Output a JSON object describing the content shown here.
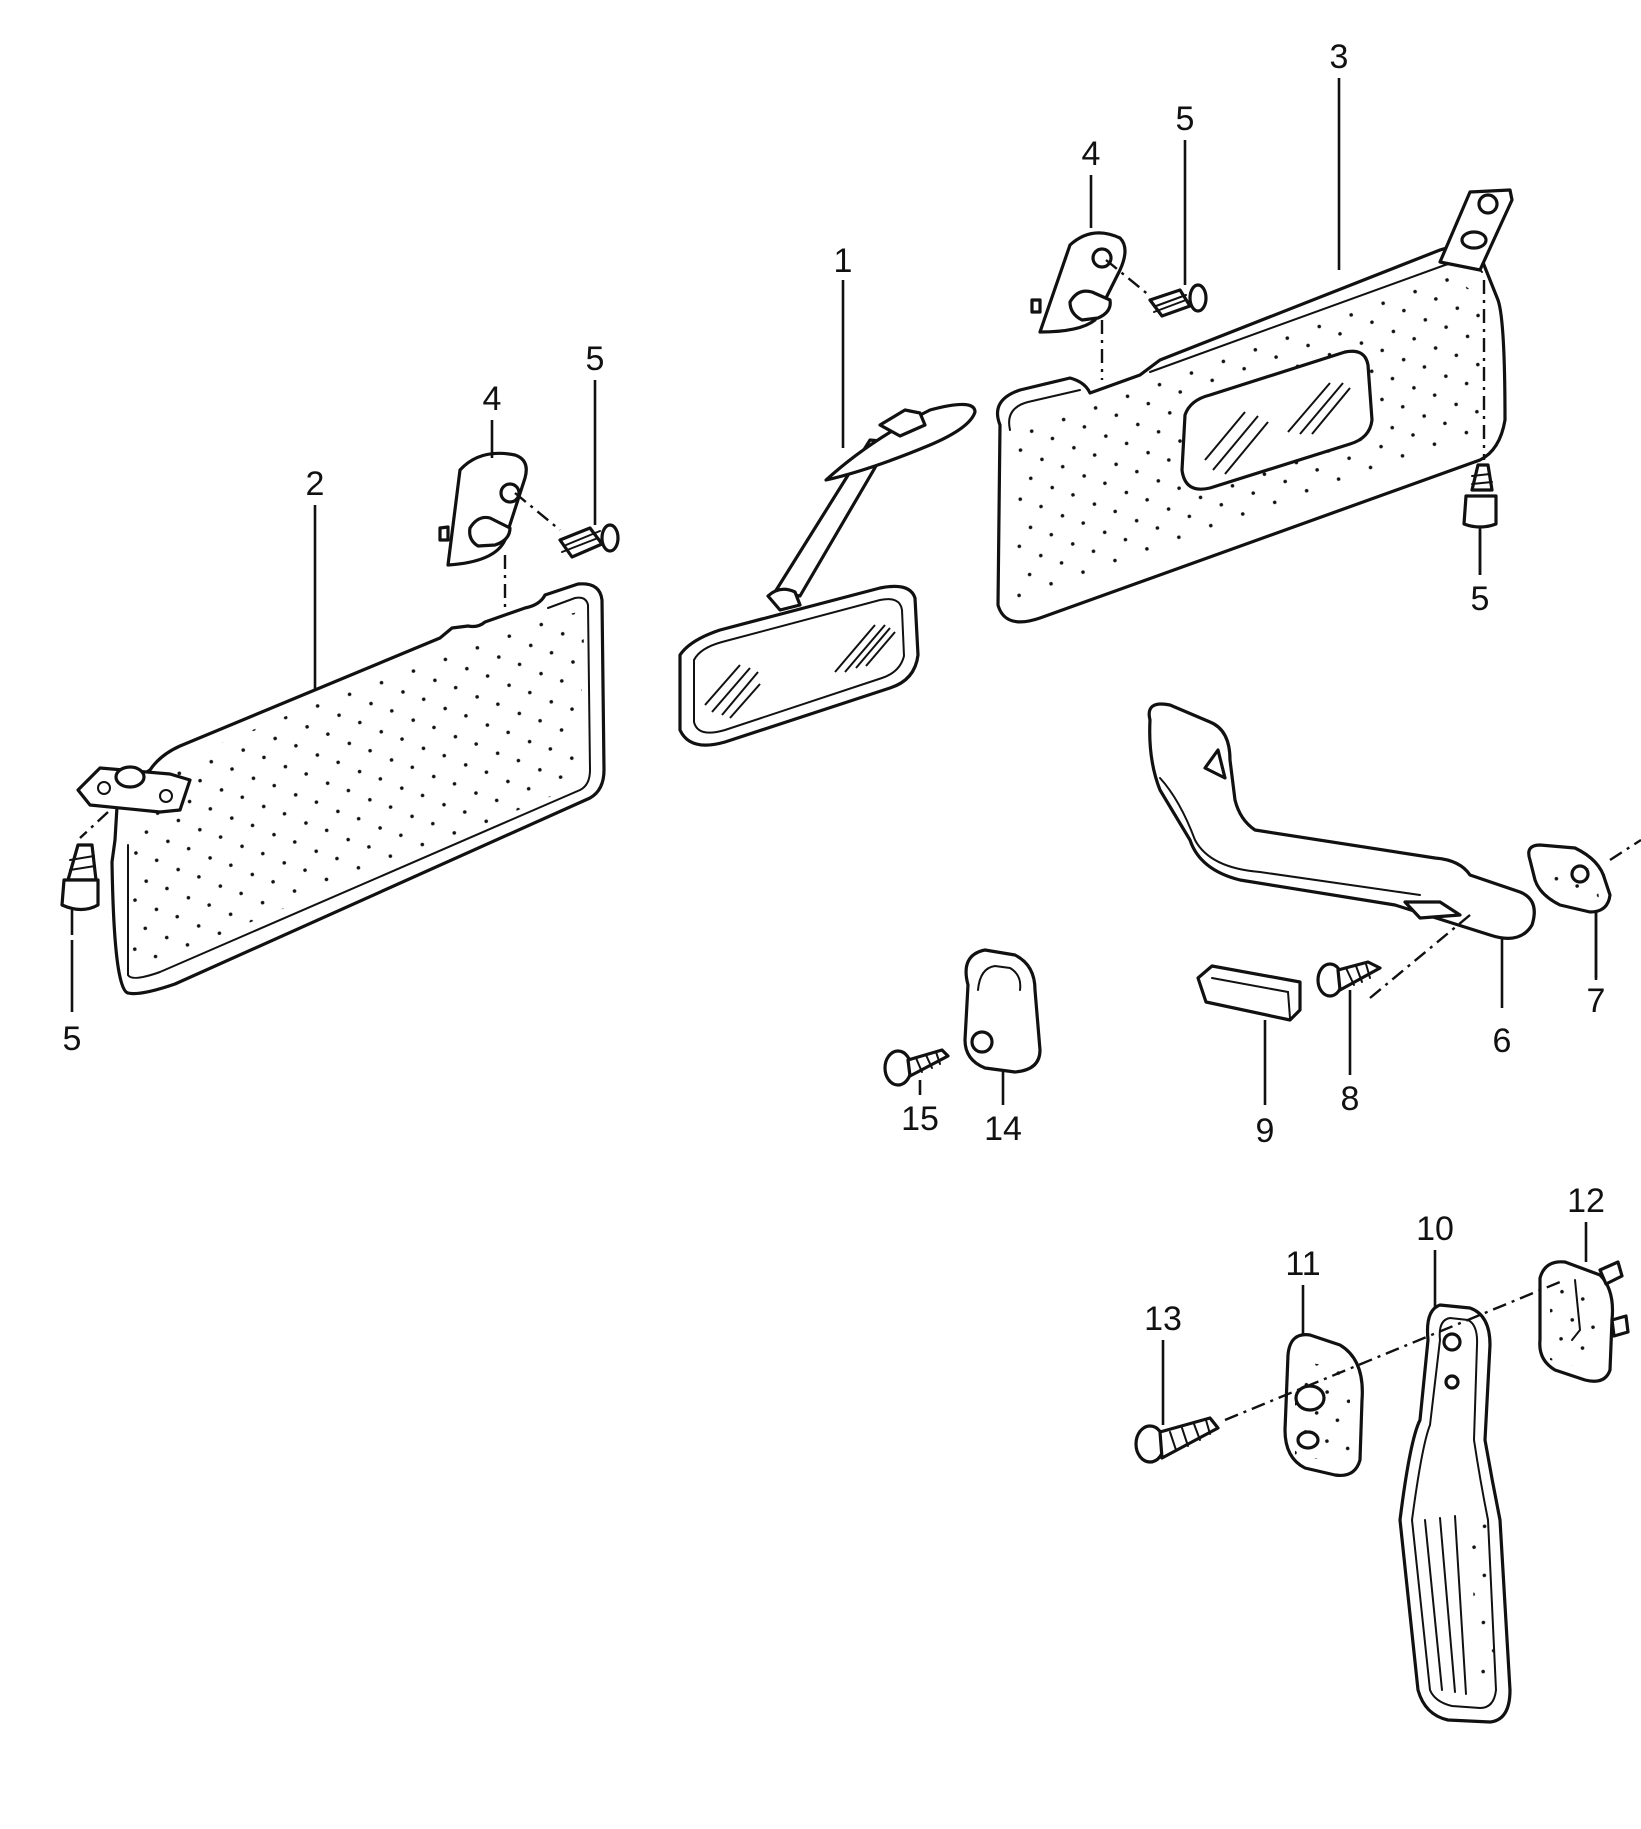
{
  "callouts": [
    {
      "id": "c1",
      "text": "1"
    },
    {
      "id": "c2",
      "text": "2"
    },
    {
      "id": "c3",
      "text": "3"
    },
    {
      "id": "c4a",
      "text": "4"
    },
    {
      "id": "c4b",
      "text": "4"
    },
    {
      "id": "c5a",
      "text": "5"
    },
    {
      "id": "c5b",
      "text": "5"
    },
    {
      "id": "c5c",
      "text": "5"
    },
    {
      "id": "c5d",
      "text": "5"
    },
    {
      "id": "c6",
      "text": "6"
    },
    {
      "id": "c7",
      "text": "7"
    },
    {
      "id": "c8",
      "text": "8"
    },
    {
      "id": "c9",
      "text": "9"
    },
    {
      "id": "c10",
      "text": "10"
    },
    {
      "id": "c11",
      "text": "11"
    },
    {
      "id": "c12",
      "text": "12"
    },
    {
      "id": "c13",
      "text": "13"
    },
    {
      "id": "c14",
      "text": "14"
    },
    {
      "id": "c15",
      "text": "15"
    }
  ]
}
